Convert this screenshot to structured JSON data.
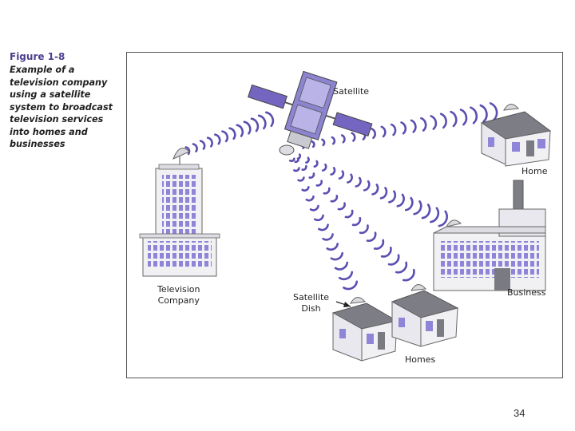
{
  "caption": {
    "title": "Figure 1-8",
    "text": "Example of a television company using a satellite system to broadcast television services into homes and businesses"
  },
  "labels": {
    "satellite": "Satellite",
    "home": "Home",
    "business": "Business",
    "tv_company_line1": "Television",
    "tv_company_line2": "Company",
    "dish_line1": "Satellite",
    "dish_line2": "Dish",
    "homes": "Homes"
  },
  "page_number": "34",
  "colors": {
    "wave": "#5a4fb0",
    "building_wall": "#f1f1f4",
    "roof": "#7d7d85",
    "window": "#8e84d8",
    "outline": "#666666"
  }
}
